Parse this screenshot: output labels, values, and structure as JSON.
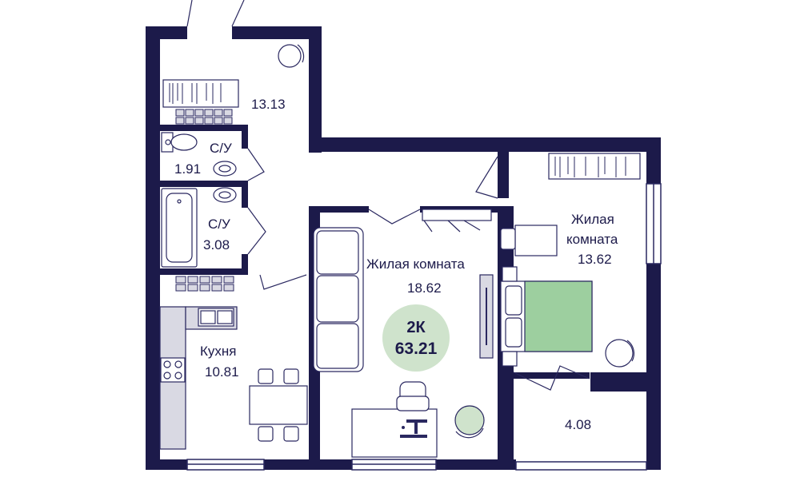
{
  "colors": {
    "wall": "#1c1a4a",
    "line": "#2a2860",
    "furniture_fill": "#ffffff",
    "shelf_fill": "#d9d9e3",
    "bed_fill": "#9dcf9f",
    "badge_fill": "#cfe3cc",
    "chair_fill": "#cfe3cc"
  },
  "plan": {
    "type_label": "2К",
    "total_area": "63.21",
    "rooms": [
      {
        "id": "hall",
        "name": "",
        "area": "13.13"
      },
      {
        "id": "wc1",
        "name": "С/У",
        "area": "1.91"
      },
      {
        "id": "wc2",
        "name": "С/У",
        "area": "3.08"
      },
      {
        "id": "kitchen",
        "name": "Кухня",
        "area": "10.81"
      },
      {
        "id": "living",
        "name": "Жилая комната",
        "area": "18.62"
      },
      {
        "id": "bedroom",
        "name_line1": "Жилая",
        "name_line2": "комната",
        "area": "13.62"
      },
      {
        "id": "balcony",
        "name": "",
        "area": "4.08"
      }
    ]
  }
}
